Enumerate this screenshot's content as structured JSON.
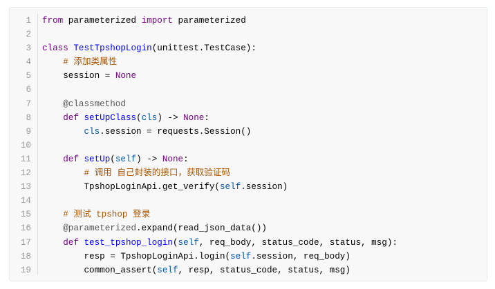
{
  "code": {
    "language": "python",
    "lines": [
      [
        [
          "kw",
          "from"
        ],
        [
          "",
          "  parameterized "
        ],
        [
          "kw",
          "import"
        ],
        [
          "",
          " parameterized"
        ]
      ],
      [],
      [
        [
          "kw",
          "class"
        ],
        [
          "",
          " "
        ],
        [
          "def",
          "TestTpshopLogin"
        ],
        [
          "",
          "(unittest.TestCase):"
        ]
      ],
      [
        [
          "",
          "    "
        ],
        [
          "cm",
          "# 添加类属性"
        ]
      ],
      [
        [
          "",
          "    session = "
        ],
        [
          "kw",
          "None"
        ]
      ],
      [],
      [
        [
          "",
          "    "
        ],
        [
          "meta",
          "@classmethod"
        ]
      ],
      [
        [
          "",
          "    "
        ],
        [
          "kw",
          "def"
        ],
        [
          "",
          " "
        ],
        [
          "def",
          "setUpClass"
        ],
        [
          "",
          "("
        ],
        [
          "var2",
          "cls"
        ],
        [
          "",
          ") -> "
        ],
        [
          "kw",
          "None"
        ],
        [
          "",
          ":"
        ]
      ],
      [
        [
          "",
          "        "
        ],
        [
          "var2",
          "cls"
        ],
        [
          "",
          ".session = requests.Session()"
        ]
      ],
      [],
      [
        [
          "",
          "    "
        ],
        [
          "kw",
          "def"
        ],
        [
          "",
          " "
        ],
        [
          "def",
          "setUp"
        ],
        [
          "",
          "("
        ],
        [
          "var2",
          "self"
        ],
        [
          "",
          ") -> "
        ],
        [
          "kw",
          "None"
        ],
        [
          "",
          ":"
        ]
      ],
      [
        [
          "",
          "        "
        ],
        [
          "cm",
          "# 调用 自己封装的接口，获取验证码"
        ]
      ],
      [
        [
          "",
          "        TpshopLoginApi.get_verify("
        ],
        [
          "var2",
          "self"
        ],
        [
          "",
          ".session)"
        ]
      ],
      [],
      [
        [
          "",
          "    "
        ],
        [
          "cm",
          "# 测试 tpshop 登录"
        ]
      ],
      [
        [
          "",
          "    "
        ],
        [
          "meta",
          "@parameterized"
        ],
        [
          "",
          ".expand(read_json_data())"
        ]
      ],
      [
        [
          "",
          "    "
        ],
        [
          "kw",
          "def"
        ],
        [
          "",
          " "
        ],
        [
          "def",
          "test_tpshop_login"
        ],
        [
          "",
          "("
        ],
        [
          "var2",
          "self"
        ],
        [
          "",
          ", req_body, status_code, status, msg):"
        ]
      ],
      [
        [
          "",
          "        resp = TpshopLoginApi.login("
        ],
        [
          "var2",
          "self"
        ],
        [
          "",
          ".session, req_body)"
        ]
      ],
      [
        [
          "",
          "        common_assert("
        ],
        [
          "var2",
          "self"
        ],
        [
          "",
          ", resp, status_code, status, msg)"
        ]
      ]
    ]
  }
}
